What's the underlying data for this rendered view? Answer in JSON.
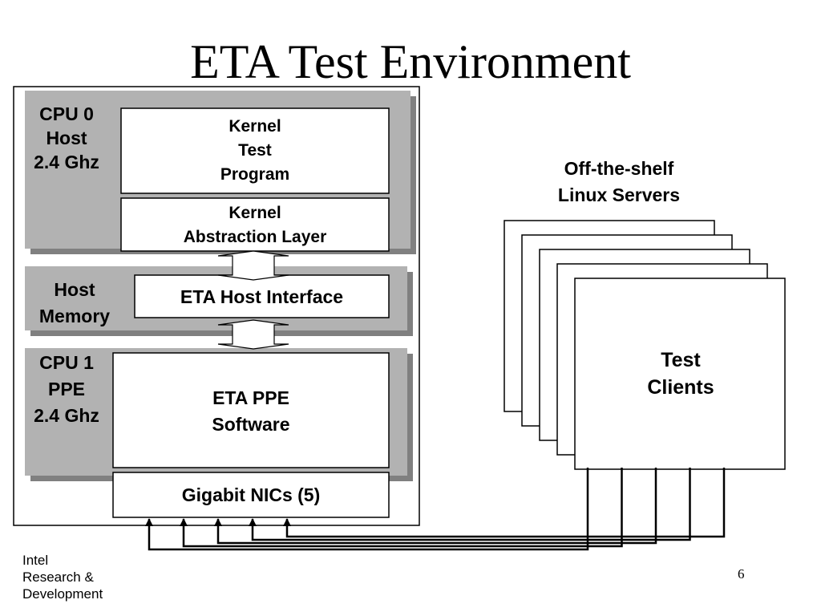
{
  "slide": {
    "title": "ETA Test Environment",
    "page_number": "6",
    "footer": [
      "Intel",
      "Research &",
      "Development"
    ]
  },
  "colors": {
    "panel": "#b2b2b2",
    "shadow": "#808080",
    "box": "#ffffff",
    "line": "#000000"
  },
  "host": {
    "cpu0": {
      "lines": [
        "CPU 0",
        "Host",
        "2.4 Ghz"
      ]
    },
    "kernel_test": {
      "lines": [
        "Kernel",
        "Test",
        "Program"
      ]
    },
    "kernel_abstraction": {
      "lines": [
        "Kernel",
        "Abstraction Layer"
      ]
    },
    "host_memory": {
      "lines": [
        "Host",
        "Memory"
      ]
    },
    "eta_host_interface": {
      "lines": [
        "ETA Host Interface"
      ]
    },
    "cpu1": {
      "lines": [
        "CPU 1",
        "PPE",
        "2.4 Ghz"
      ]
    },
    "eta_ppe": {
      "lines": [
        "ETA PPE",
        "Software"
      ]
    },
    "gigabit_nics": {
      "lines": [
        "Gigabit NICs (5)"
      ]
    }
  },
  "servers": {
    "heading": {
      "lines": [
        "Off-the-shelf",
        "Linux Servers"
      ]
    },
    "test_clients": {
      "lines": [
        "Test",
        "Clients"
      ]
    },
    "stack_count": 5,
    "link_count": 5
  }
}
